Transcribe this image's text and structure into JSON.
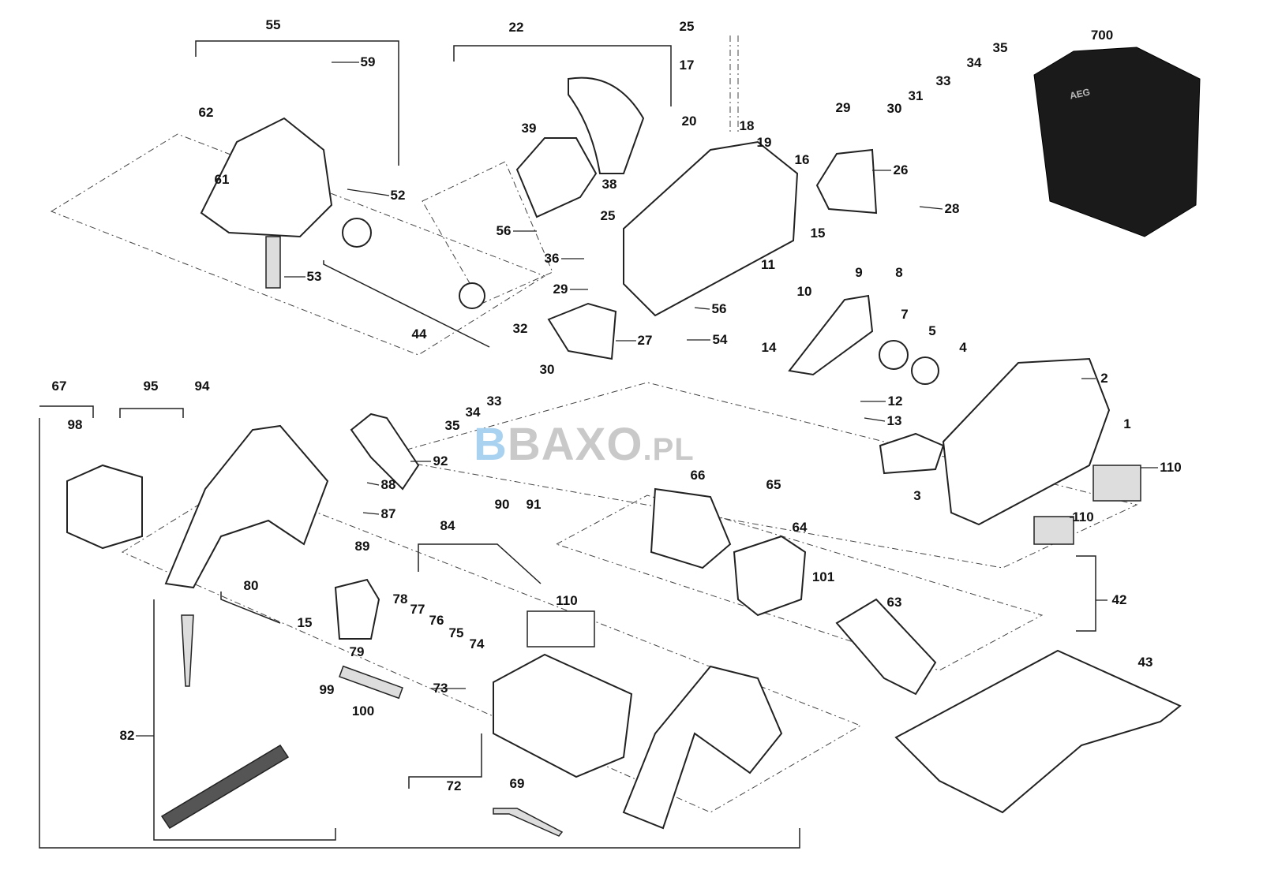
{
  "title": "Exploded parts diagram - AEG circular saw",
  "watermark": {
    "prefix": "B",
    "text": "BAXO",
    "suffix": ".PL"
  },
  "case_logo": "AEG",
  "callouts": [
    "55",
    "59",
    "62",
    "61",
    "52",
    "53",
    "44",
    "22",
    "39",
    "38",
    "25",
    "56",
    "36",
    "29",
    "27",
    "32",
    "30",
    "33",
    "34",
    "35",
    "25",
    "17",
    "20",
    "18",
    "19",
    "16",
    "29",
    "30",
    "31",
    "33",
    "34",
    "35",
    "26",
    "28",
    "15",
    "11",
    "9",
    "8",
    "10",
    "56",
    "14",
    "54",
    "7",
    "5",
    "4",
    "12",
    "13",
    "2",
    "1",
    "110",
    "3",
    "110",
    "700",
    "67",
    "95",
    "94",
    "98",
    "92",
    "88",
    "87",
    "89",
    "66",
    "65",
    "64",
    "101",
    "63",
    "42",
    "43",
    "90",
    "91",
    "84",
    "80",
    "15",
    "79",
    "78",
    "77",
    "76",
    "75",
    "74",
    "110",
    "99",
    "100",
    "73",
    "72",
    "69",
    "82"
  ]
}
